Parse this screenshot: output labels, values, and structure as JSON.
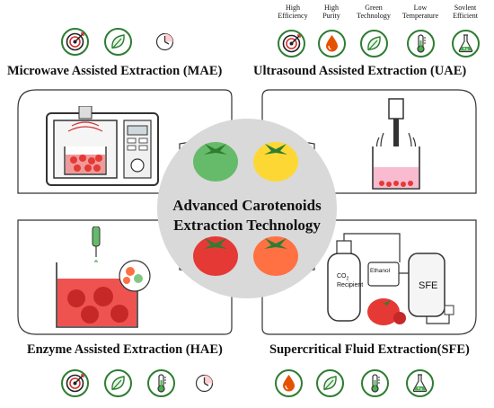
{
  "center": {
    "line1": "Advanced Carotenoids",
    "line2": "Extraction Technology"
  },
  "sections": {
    "mae": {
      "title": "Microwave Assisted Extraction (MAE)"
    },
    "uae": {
      "title": "Ultrasound  Assisted Extraction (UAE)"
    },
    "hae": {
      "title": "Enzyme Assisted Extraction (HAE)"
    },
    "sfe": {
      "title": "Supercritical Fluid Extraction(SFE)"
    }
  },
  "legend": {
    "high_efficiency": [
      "High",
      "Efficiency"
    ],
    "high_purity": [
      "High",
      "Purity"
    ],
    "green_technology": [
      "Green",
      "Technology"
    ],
    "low_temperature": [
      "Low",
      "Temperature"
    ],
    "solvent_efficient": [
      "Sovlent",
      "Efficient"
    ]
  },
  "sfe_diagram": {
    "co2": "CO",
    "co2_sub": "2",
    "recipient": "Recipient",
    "ethanol": "Ethanol",
    "sfe": "SFE"
  },
  "colors": {
    "icon_border": "#2e7d32",
    "target_red": "#d32f2f",
    "drop_orange": "#e65100",
    "leaf_green": "#4caf50",
    "tomato_green": "#66bb6a",
    "tomato_yellow": "#fdd835",
    "tomato_red": "#e53935",
    "tomato_orange": "#ff7043",
    "center_circle": "#d9d9d9"
  }
}
